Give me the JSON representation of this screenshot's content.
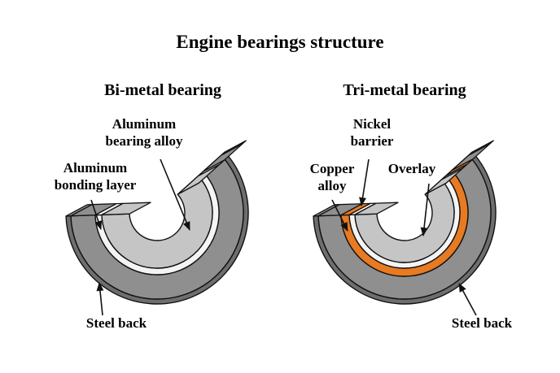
{
  "title": "Engine bearings structure",
  "left": {
    "subtitle": "Bi-metal bearing",
    "labels": {
      "alloy": "Aluminum\nbearing alloy",
      "bonding": "Aluminum\nbonding layer",
      "steel": "Steel back"
    }
  },
  "right": {
    "subtitle": "Tri-metal bearing",
    "labels": {
      "nickel": "Nickel\nbarrier",
      "copper": "Copper\nalloy",
      "overlay": "Overlay",
      "steel": "Steel back"
    }
  },
  "colors": {
    "steel": "#8f8f8f",
    "steel_dark": "#6e6e6e",
    "bore": "#c5c5c5",
    "layer_white": "#f4f4f4",
    "copper": "#e87a22",
    "outline": "#111111",
    "background": "#ffffff",
    "text": "#000000"
  }
}
